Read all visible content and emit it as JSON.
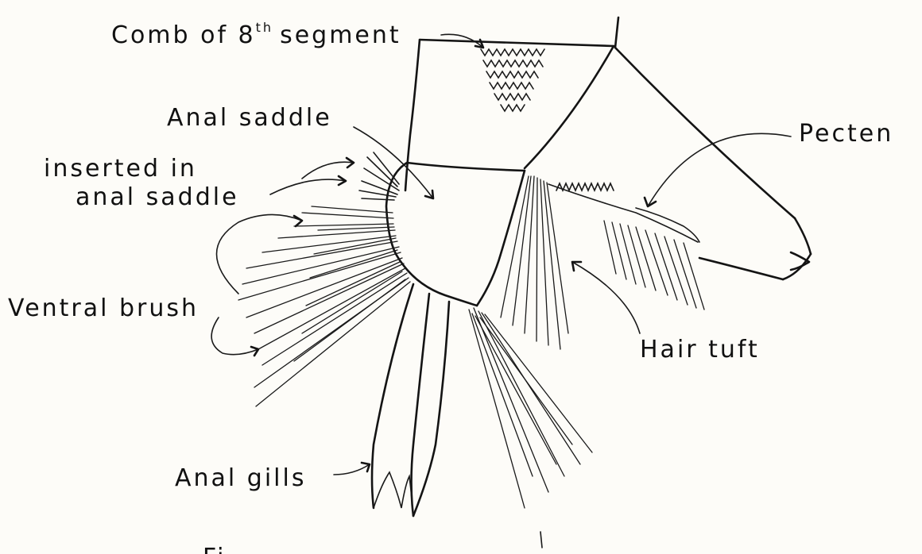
{
  "labels": {
    "comb_prefix": "Comb of 8",
    "comb_sup": "th",
    "comb_suffix": "segment",
    "anal_saddle": "Anal saddle",
    "inserted_line1": "inserted in",
    "inserted_line2": "anal saddle",
    "ventral_brush": "Ventral brush",
    "pecten": "Pecten",
    "hair_tuft": "Hair tuft",
    "anal_gills": "Anal gills",
    "fig_fragment": "Fi"
  },
  "colors": {
    "ink": "#141414",
    "paper": "#fdfcf8"
  }
}
